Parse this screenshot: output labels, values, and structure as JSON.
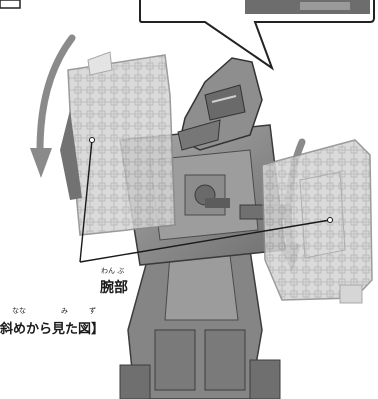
{
  "callout": {
    "arm_label": "腕部",
    "arm_reading": "わん ぶ",
    "view_caption": "斜めから見た図】",
    "view_reading": "なな　　　　　み　　　ず"
  },
  "colors": {
    "figure_gray": "#8f8f8f",
    "figure_dark": "#4a4a4a",
    "arm_translucent": "#c9c9c9",
    "arrow_gray": "#8a8a8a",
    "background": "#ffffff"
  }
}
